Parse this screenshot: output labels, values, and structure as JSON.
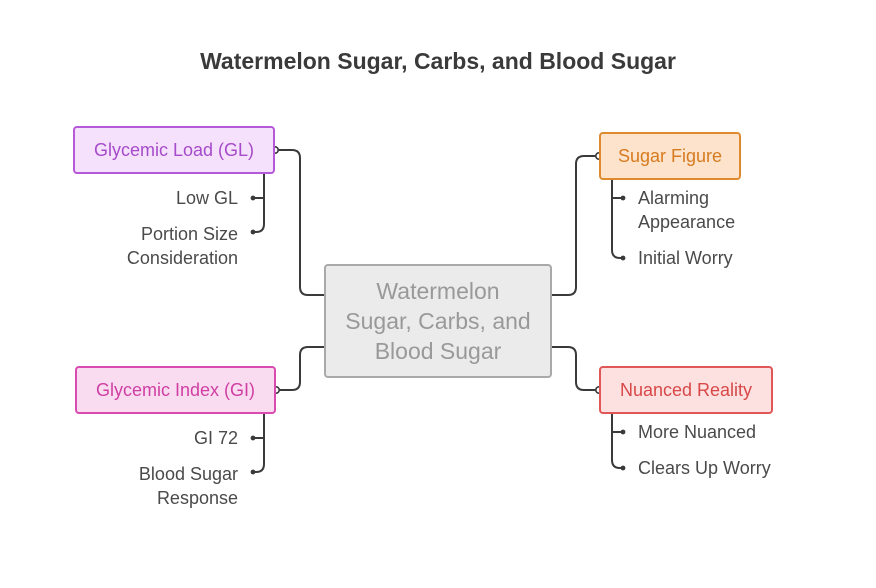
{
  "title": "Watermelon Sugar, Carbs, and Blood Sugar",
  "center": {
    "label": "Watermelon Sugar, Carbs, and Blood Sugar"
  },
  "branches": {
    "glycemic_load": {
      "label": "Glycemic Load (GL)",
      "children": [
        "Low GL",
        "Portion Size Consideration"
      ]
    },
    "glycemic_index": {
      "label": "Glycemic Index (GI)",
      "children": [
        "GI 72",
        "Blood Sugar Response"
      ]
    },
    "sugar_figure": {
      "label": "Sugar Figure",
      "children": [
        "Alarming Appearance",
        "Initial Worry"
      ]
    },
    "nuanced_reality": {
      "label": "Nuanced Reality",
      "children": [
        "More Nuanced",
        "Clears Up Worry"
      ]
    }
  },
  "colors": {
    "glycemic_load": "#b659d8",
    "glycemic_index": "#d94bb0",
    "sugar_figure": "#e08a2e",
    "nuanced_reality": "#e05757",
    "center": "#a9a9a9",
    "connector": "#3a3a3a"
  }
}
